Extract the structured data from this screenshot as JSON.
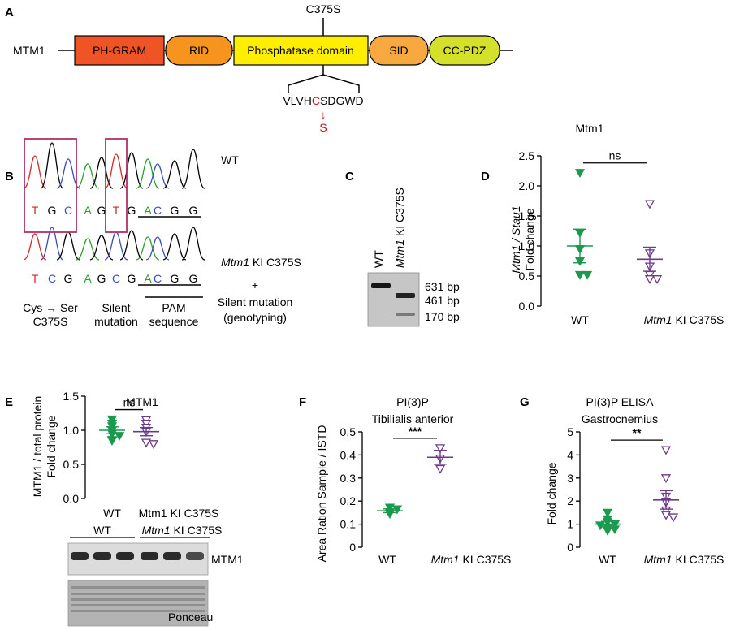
{
  "colors": {
    "wt": "#1a9a4e",
    "ki": "#6b3a8c",
    "mutation": "#e01010",
    "box": "#b0306a",
    "domains": [
      "#ef5425",
      "#f7941d",
      "#ffee00",
      "#f7a940",
      "#d4e02a"
    ]
  },
  "panel_letters": [
    "A",
    "B",
    "C",
    "D",
    "E",
    "F",
    "G"
  ],
  "panel_a": {
    "protein": "MTM1",
    "domains": [
      "PH-GRAM",
      "RID",
      "Phosphatase domain",
      "SID",
      "CC-PDZ"
    ],
    "mutation_label": "C375S",
    "motif_before": "VLVH",
    "motif_mut": "C",
    "motif_after": "SDGWD",
    "arrow_glyph": "↓",
    "substitution": "S"
  },
  "panel_b": {
    "wt_label": "WT",
    "ki_italic": "Mtm1",
    "ki_rest": " KI C375S",
    "wt_bases": [
      "T",
      "G",
      "C",
      "A",
      "G",
      "T",
      "G",
      "A",
      "C",
      "G",
      "G"
    ],
    "ki_bases": [
      "T",
      "C",
      "G",
      "A",
      "G",
      "C",
      "G",
      "A",
      "C",
      "G",
      "G"
    ],
    "plus": "+",
    "silent_note_1": "Silent mutation",
    "silent_note_2": "(genotyping)",
    "captions": [
      [
        "Cys → Ser",
        "C375S"
      ],
      [
        "Silent",
        "mutation"
      ],
      [
        "PAM",
        "sequence"
      ]
    ]
  },
  "panel_c": {
    "lanes": [
      "WT",
      "Mtm1 KI C375S"
    ],
    "lane2_italic": "Mtm1",
    "lane2_rest": " KI C375S",
    "bands": [
      "631 bp",
      "461 bp",
      "170 bp"
    ]
  },
  "panel_e_blot": {
    "groups": [
      "WT",
      "Mtm1 KI C375S"
    ],
    "group2_italic": "Mtm1",
    "group2_rest": " KI C375S",
    "mtm1_label": "MTM1",
    "ponceau_label": "Ponceau"
  },
  "chart_data": [
    {
      "panel": "D",
      "type": "scatter",
      "title": "Mtm1",
      "ylabel_italic": "Mtm1 / Stau1",
      "ylabel": "Fold change",
      "ylim": [
        0,
        2.5
      ],
      "yticks": [
        "0.0",
        "0.5",
        "1.0",
        "1.5",
        "2.0",
        "2.5"
      ],
      "categories": [
        "WT",
        "Mtm1 KI C375S"
      ],
      "cat2_italic": "Mtm1",
      "cat2_rest": " KI C375S",
      "series": [
        {
          "values": [
            2.22,
            1.22,
            0.95,
            0.75,
            0.52,
            0.52
          ],
          "mean": 1.0,
          "sem": 0.28
        },
        {
          "values": [
            1.7,
            0.88,
            0.66,
            0.52,
            0.45,
            0.45
          ],
          "mean": 0.78,
          "sem": 0.2
        }
      ],
      "significance": "ns"
    },
    {
      "panel": "E",
      "type": "scatter",
      "title": "MTM1",
      "ylabel_line1": "MTM1 / total protein",
      "ylabel_line2": "Fold change",
      "ylim": [
        0,
        1.5
      ],
      "yticks": [
        "0.0",
        "0.5",
        "1.0",
        "1.5"
      ],
      "categories": [
        "WT",
        "Mtm1 KI C375S"
      ],
      "series": [
        {
          "values": [
            1.16,
            1.1,
            1.06,
            1.0,
            0.95,
            0.92,
            0.86,
            0.85
          ],
          "mean": 1.0,
          "sem": 0.05
        },
        {
          "values": [
            1.15,
            1.1,
            1.04,
            0.98,
            0.82,
            0.8
          ],
          "mean": 0.98,
          "sem": 0.06
        }
      ],
      "significance": "ns"
    },
    {
      "panel": "F",
      "type": "scatter",
      "title": "PI(3)P",
      "subtitle": "Tibilialis anterior",
      "ylabel": "Area Ration Sample / ISTD",
      "ylim": [
        0,
        0.5
      ],
      "yticks": [
        "0",
        "0.1",
        "0.2",
        "0.3",
        "0.4",
        "0.5"
      ],
      "categories": [
        "WT",
        "Mtm1 KI C375S"
      ],
      "cat2_italic": "Mtm1",
      "cat2_rest": " KI C375S",
      "series": [
        {
          "values": [
            0.172,
            0.165,
            0.152,
            0.145
          ],
          "mean": 0.158,
          "sem": 0.008
        },
        {
          "values": [
            0.43,
            0.385,
            0.34
          ],
          "mean": 0.39,
          "sem": 0.03
        }
      ],
      "significance": "***"
    },
    {
      "panel": "G",
      "type": "scatter",
      "title": "PI(3)P ELISA",
      "subtitle": "Gastrocnemius",
      "ylabel": "Fold change",
      "ylim": [
        0,
        5
      ],
      "yticks": [
        "0",
        "1",
        "2",
        "3",
        "4",
        "5"
      ],
      "categories": [
        "WT",
        "Mtm1 KI C375S"
      ],
      "cat2_italic": "Mtm1",
      "cat2_rest": " KI C375S",
      "series": [
        {
          "values": [
            1.5,
            1.22,
            1.1,
            1.0,
            0.95,
            0.85,
            0.78,
            0.72
          ],
          "mean": 1.0,
          "sem": 0.12
        },
        {
          "values": [
            4.22,
            3.0,
            2.2,
            1.95,
            1.6,
            1.4,
            1.3
          ],
          "mean": 2.05,
          "sem": 0.4
        }
      ],
      "significance": "**"
    }
  ]
}
